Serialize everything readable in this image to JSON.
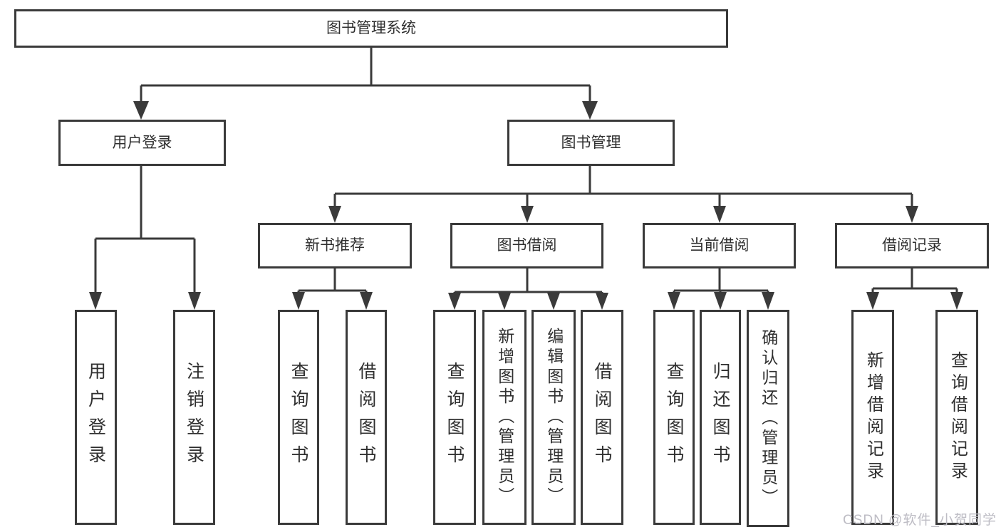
{
  "diagram": {
    "title": "图书管理系统",
    "level2": [
      {
        "label": "用户登录",
        "children": [
          {
            "label": "用户登录"
          },
          {
            "label": "注销登录"
          }
        ]
      },
      {
        "label": "图书管理",
        "sections": [
          {
            "label": "新书推荐",
            "children": [
              {
                "label": "查询图书"
              },
              {
                "label": "借阅图书"
              }
            ]
          },
          {
            "label": "图书借阅",
            "children": [
              {
                "label": "查询图书"
              },
              {
                "label": "新增图书（管理员）"
              },
              {
                "label": "编辑图书（管理员）"
              },
              {
                "label": "借阅图书"
              }
            ]
          },
          {
            "label": "当前借阅",
            "children": [
              {
                "label": "查询图书"
              },
              {
                "label": "归还图书"
              },
              {
                "label": "确认归还（管理员）"
              }
            ]
          },
          {
            "label": "借阅记录",
            "children": [
              {
                "label": "新增借阅记录"
              },
              {
                "label": "查询借阅记录"
              }
            ]
          }
        ]
      }
    ]
  },
  "watermark": {
    "text": "CSDN @软件_小贺同学"
  },
  "colors": {
    "line": "#3a3a3a",
    "text": "#2f2f2f",
    "background": "#ffffff",
    "watermark": "#bdbcc4"
  }
}
